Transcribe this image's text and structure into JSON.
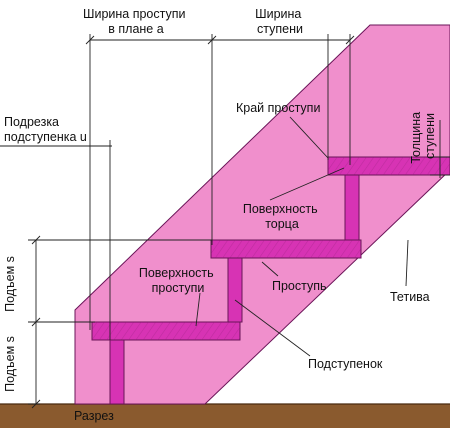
{
  "labels": {
    "tread_width_plan": [
      "Ширина проступи",
      "в плане a"
    ],
    "step_width": [
      "Ширина",
      "ступени"
    ],
    "nosing_offset": [
      "Подрезка",
      "подступенка u"
    ],
    "tread_edge": "Край проступи",
    "step_thickness": [
      "Толщина",
      "ступени"
    ],
    "end_surface": [
      "Поверхность",
      "торца"
    ],
    "rise_upper": "Подъем s",
    "rise_lower": "Подъем s",
    "tread_surface": [
      "Поверхность",
      "проступи"
    ],
    "tread": "Проступь",
    "stringer": "Тетива",
    "riser": "Подступенок",
    "section": "Разрез"
  },
  "colors": {
    "stringer": "#f08fcc",
    "step": "#d733b4",
    "outline": "#6a1458",
    "ground": "#8a5a2e",
    "background": "#ffffff"
  }
}
